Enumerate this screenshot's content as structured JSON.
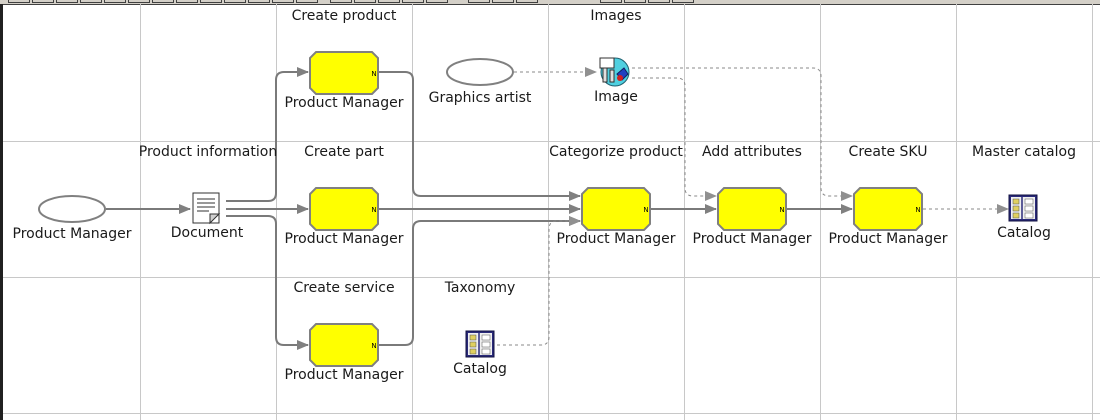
{
  "lane_labels": {
    "create_product": "Create product",
    "images": "Images",
    "product_information": "Product information",
    "create_part": "Create part",
    "categorize_product": "Categorize product",
    "add_attributes": "Add attributes",
    "create_sku": "Create SKU",
    "master_catalog": "Master catalog",
    "create_service": "Create service",
    "taxonomy": "Taxonomy"
  },
  "nodes": {
    "start_actor": "Product Manager",
    "document": "Document",
    "graphics_artist": "Graphics artist",
    "image": "Image",
    "pm_create_product": "Product Manager",
    "pm_create_part": "Product Manager",
    "pm_create_service": "Product Manager",
    "pm_categorize": "Product Manager",
    "pm_add_attributes": "Product Manager",
    "pm_create_sku": "Product Manager",
    "catalog_master": "Catalog",
    "catalog_taxonomy": "Catalog"
  },
  "node_badge": "N",
  "colors": {
    "process_fill": "#ffff00",
    "grid_line": "#c8c8c8",
    "connector": "#7a7a7a",
    "dashed_connector": "#8a8a8a"
  },
  "icons": {
    "document": "document-icon",
    "image": "image-icon",
    "catalog": "catalog-icon"
  }
}
